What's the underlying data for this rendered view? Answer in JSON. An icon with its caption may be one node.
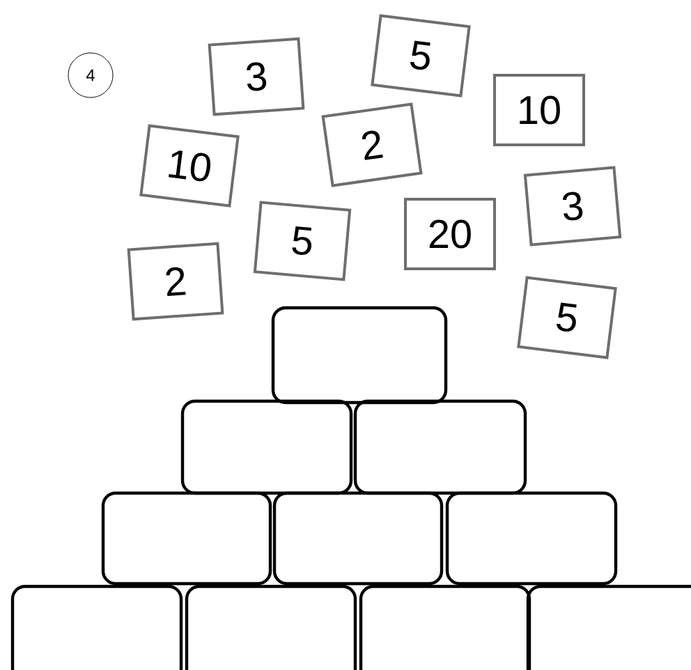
{
  "diagram": {
    "nodes": [
      {
        "text": [
          "4"
        ]
      },
      {
        "text": [
          "5"
        ]
      },
      {
        "text": [
          "3"
        ]
      },
      {
        "text": [
          "10"
        ]
      },
      {
        "text": [
          "2"
        ]
      },
      {
        "text": [
          "10"
        ]
      },
      {
        "text": [
          "3"
        ]
      },
      {
        "text": [
          "20"
        ]
      },
      {
        "text": [
          "5"
        ]
      },
      {
        "text": [
          "2"
        ]
      },
      {
        "text": [
          "5"
        ]
      },
      {
        "text": [],
        "shape": "box"
      },
      {
        "text": [],
        "shape": "box"
      },
      {
        "text": [],
        "shape": "box"
      },
      {
        "text": [],
        "shape": "box"
      },
      {
        "text": [],
        "shape": "box"
      },
      {
        "text": [],
        "shape": "box"
      },
      {
        "text": [],
        "shape": "box"
      },
      {
        "text": [],
        "shape": "box"
      },
      {
        "text": [],
        "shape": "box"
      },
      {
        "text": [],
        "shape": "box"
      }
    ]
  }
}
